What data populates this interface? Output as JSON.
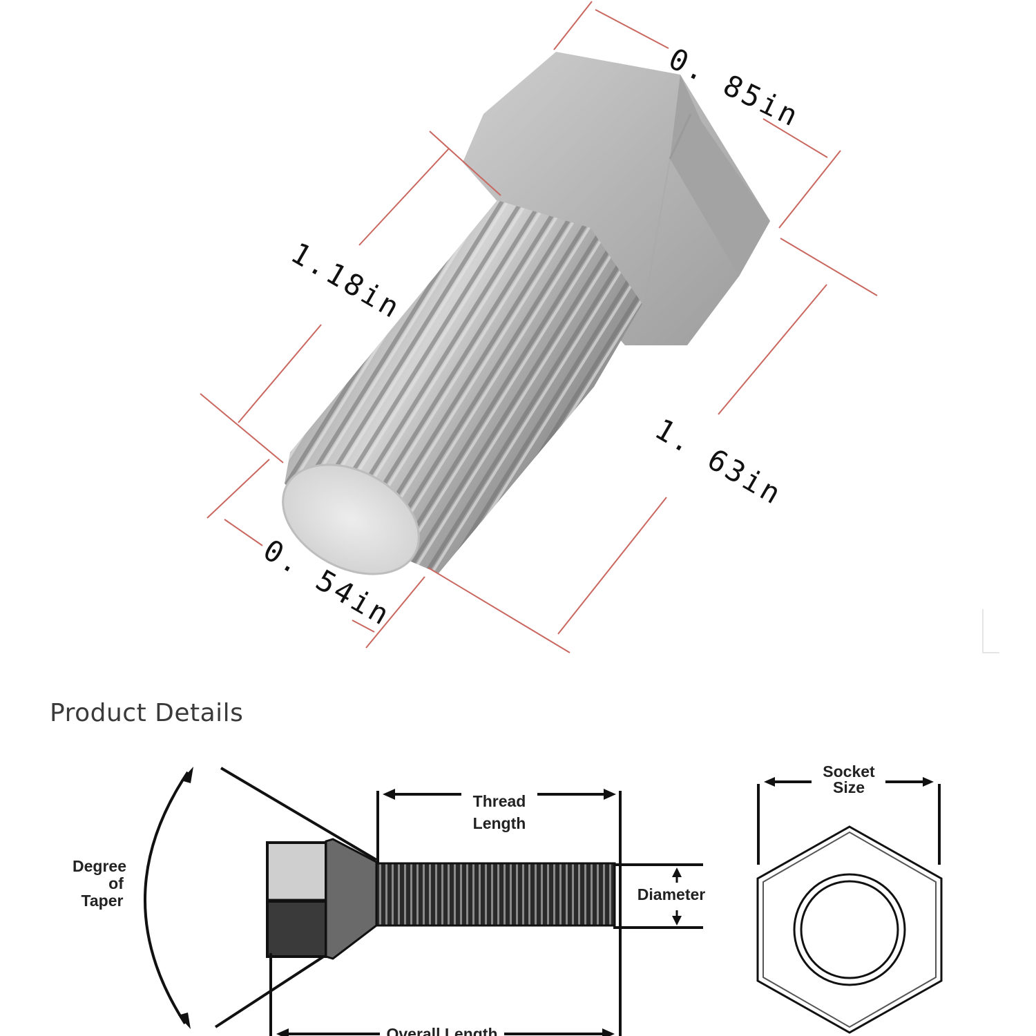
{
  "dimensions": {
    "head_width": "0. 85in",
    "thread_length": "1.18in",
    "overall_length": "1. 63in",
    "diameter": "0. 54in"
  },
  "section_title": "Product Details",
  "diagram_labels": {
    "degree_of_taper": [
      "Degree",
      "of",
      "Taper"
    ],
    "thread_length": [
      "Thread",
      "Length"
    ],
    "diameter": "Diameter",
    "overall_length": "Overall Length",
    "socket_size": [
      "Socket",
      "Size"
    ]
  },
  "colors": {
    "dimension_line": "#c9675f",
    "bolt_metal": "#b5b5b5",
    "diagram_ink": "#111111"
  }
}
